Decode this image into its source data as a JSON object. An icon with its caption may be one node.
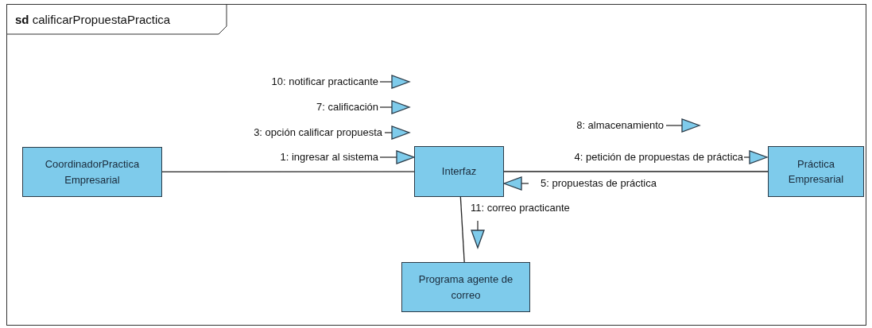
{
  "diagram": {
    "title": "**sd** calificarPropuestaPractica",
    "nodes": [
      {
        "text": [
          "CoordinadorPractica Empresarial"
        ]
      },
      {
        "text": [
          "Interfaz"
        ]
      },
      {
        "text": [
          "Práctica Empresarial"
        ]
      },
      {
        "text": [
          "Programa agente de correo"
        ]
      }
    ],
    "edges": [
      {
        "from": 0,
        "to": 1,
        "arrow": "none"
      },
      {
        "from": 1,
        "to": 2,
        "arrow": "none"
      },
      {
        "from": 1,
        "to": 3,
        "arrow": "none"
      }
    ],
    "labels": [
      "10: notificar practicante",
      "7: calificación",
      "3: opción calificar propuesta",
      "1: ingresar al sistema",
      "8: almacenamiento",
      "4: petición de propuestas de práctica",
      "5: propuestas de práctica",
      "11: correo practicante"
    ]
  }
}
